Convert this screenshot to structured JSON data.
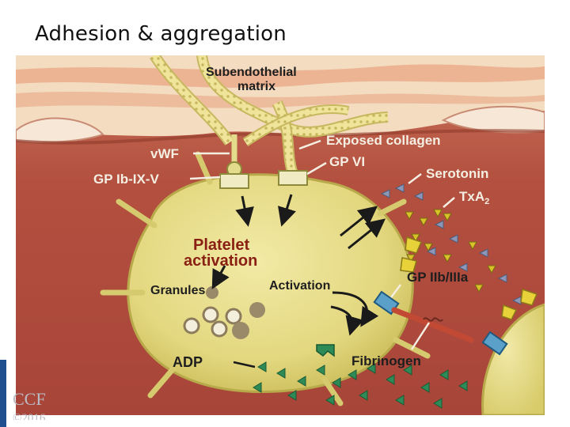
{
  "slide": {
    "title": "Adhesion & aggregation",
    "logo_text": "CCF",
    "logo_year": "©2016"
  },
  "diagram": {
    "labels": {
      "subendothelial": "Subendothelial",
      "matrix": "matrix",
      "vwf": "vWF",
      "gp_ib": "GP Ib-IX-V",
      "exposed_collagen": "Exposed collagen",
      "gp_vi": "GP VI",
      "serotonin": "Serotonin",
      "txa": "TxA",
      "txa_sub": "2",
      "platelet_line1": "Platelet",
      "platelet_line2": "activation",
      "granules": "Granules",
      "activation": "Activation",
      "gp_iib": "GP IIb/IIIa",
      "adp": "ADP",
      "fibrinogen": "Fibrinogen"
    },
    "colors": {
      "matrix_light": "#f3dcc0",
      "matrix_band": "#e8a27f",
      "vessel_wall": "#a84a3c",
      "lumen": "#b6453a",
      "platelet": "#e6dc8a",
      "platelet_edge": "#b8a94a",
      "adp_marker": "#2e8b57",
      "serotonin_marker": "#8c97b8",
      "txa_marker": "#d8c22a",
      "fibrinogen": "#c24a34"
    }
  }
}
